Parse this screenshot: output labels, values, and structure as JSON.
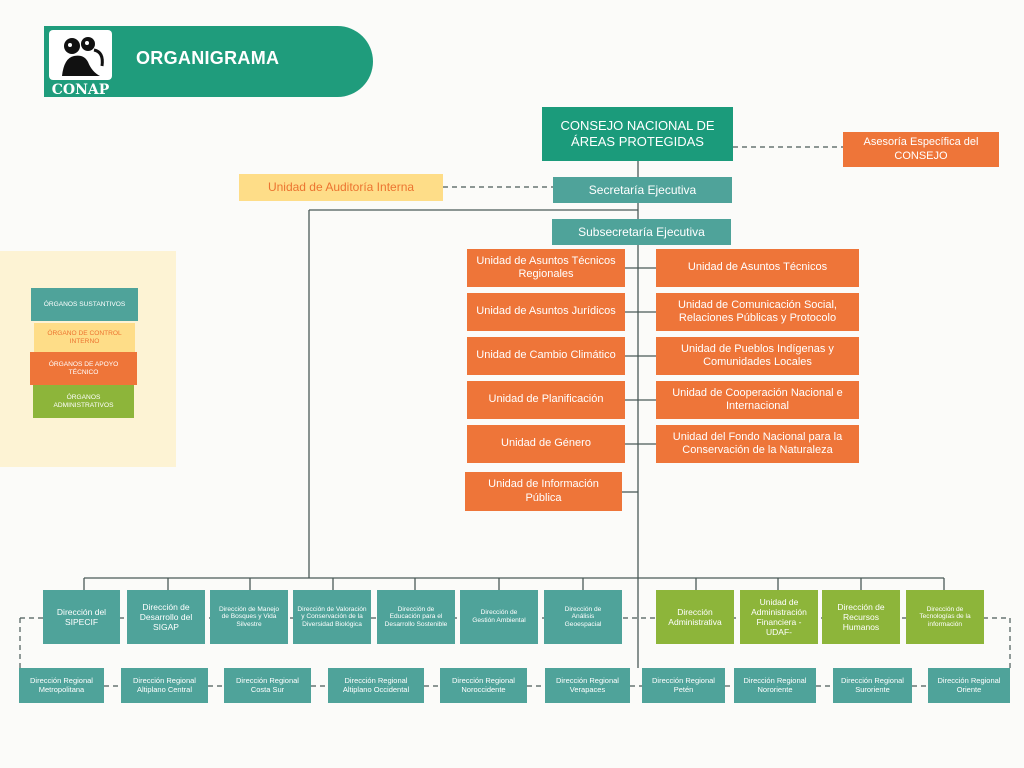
{
  "logo": {
    "text": "CONAP"
  },
  "header": {
    "title": "ORGANIGRAMA"
  },
  "legend": [
    {
      "label": "ÓRGANOS SUSTANTIVOS",
      "color": "#4fa39a"
    },
    {
      "label": "ÓRGANO DE CONTROL INTERNO",
      "color": "#fedd88"
    },
    {
      "label": "ÓRGANOS DE  APOYO TÉCNICO",
      "color": "#ee7539"
    },
    {
      "label": "ÓRGANOS ADMINISTRATIVOS",
      "color": "#8db53a"
    }
  ],
  "top": {
    "consejo": "CONSEJO NACIONAL DE ÁREAS PROTEGIDAS",
    "asesoria": "Asesoría Específica del CONSEJO",
    "auditoria": "Unidad de Auditoría Interna",
    "secretaria": "Secretaría Ejecutiva",
    "subsecretaria": "Subsecretaría Ejecutiva"
  },
  "left_units": [
    "Unidad de Asuntos Técnicos Regionales",
    "Unidad de Asuntos Jurídicos",
    "Unidad de Cambio Climático",
    "Unidad de Planificación",
    "Unidad de Género",
    "Unidad de Información Pública"
  ],
  "right_units": [
    "Unidad de Asuntos Técnicos",
    "Unidad de Comunicación Social, Relaciones Públicas y Protocolo",
    "Unidad de Pueblos Indígenas y Comunidades Locales",
    "Unidad de Cooperación Nacional e Internacional",
    "Unidad del Fondo Nacional para la Conservación de la Naturaleza"
  ],
  "directions": [
    "Dirección del SIPECIF",
    "Dirección de Desarrollo del SIGAP",
    "Dirección de Manejo de Bosques y Vida Silvestre",
    "Dirección de Valoración y Conservación de la Diversidad Biológica",
    "Dirección de Educación para el Desarrollo Sostenible",
    "Dirección de Gestión Ambiental",
    "Dirección de Análisis Geoespacial",
    "Dirección Administrativa",
    "Unidad de Administración Financiera -UDAF-",
    "Dirección de Recursos Humanos",
    "Dirección de Tecnologías de la información"
  ],
  "regionals": [
    "Dirección Regional Metropolitana",
    "Dirección Regional Altiplano Central",
    "Dirección Regional Costa Sur",
    "Dirección Regional Altiplano Occidental",
    "Dirección Regional Noroccidente",
    "Dirección Regional Verapaces",
    "Dirección Regional Petén",
    "Dirección Regional Nororiente",
    "Dirección Regional Suroriente",
    "Dirección Regional Oriente"
  ]
}
